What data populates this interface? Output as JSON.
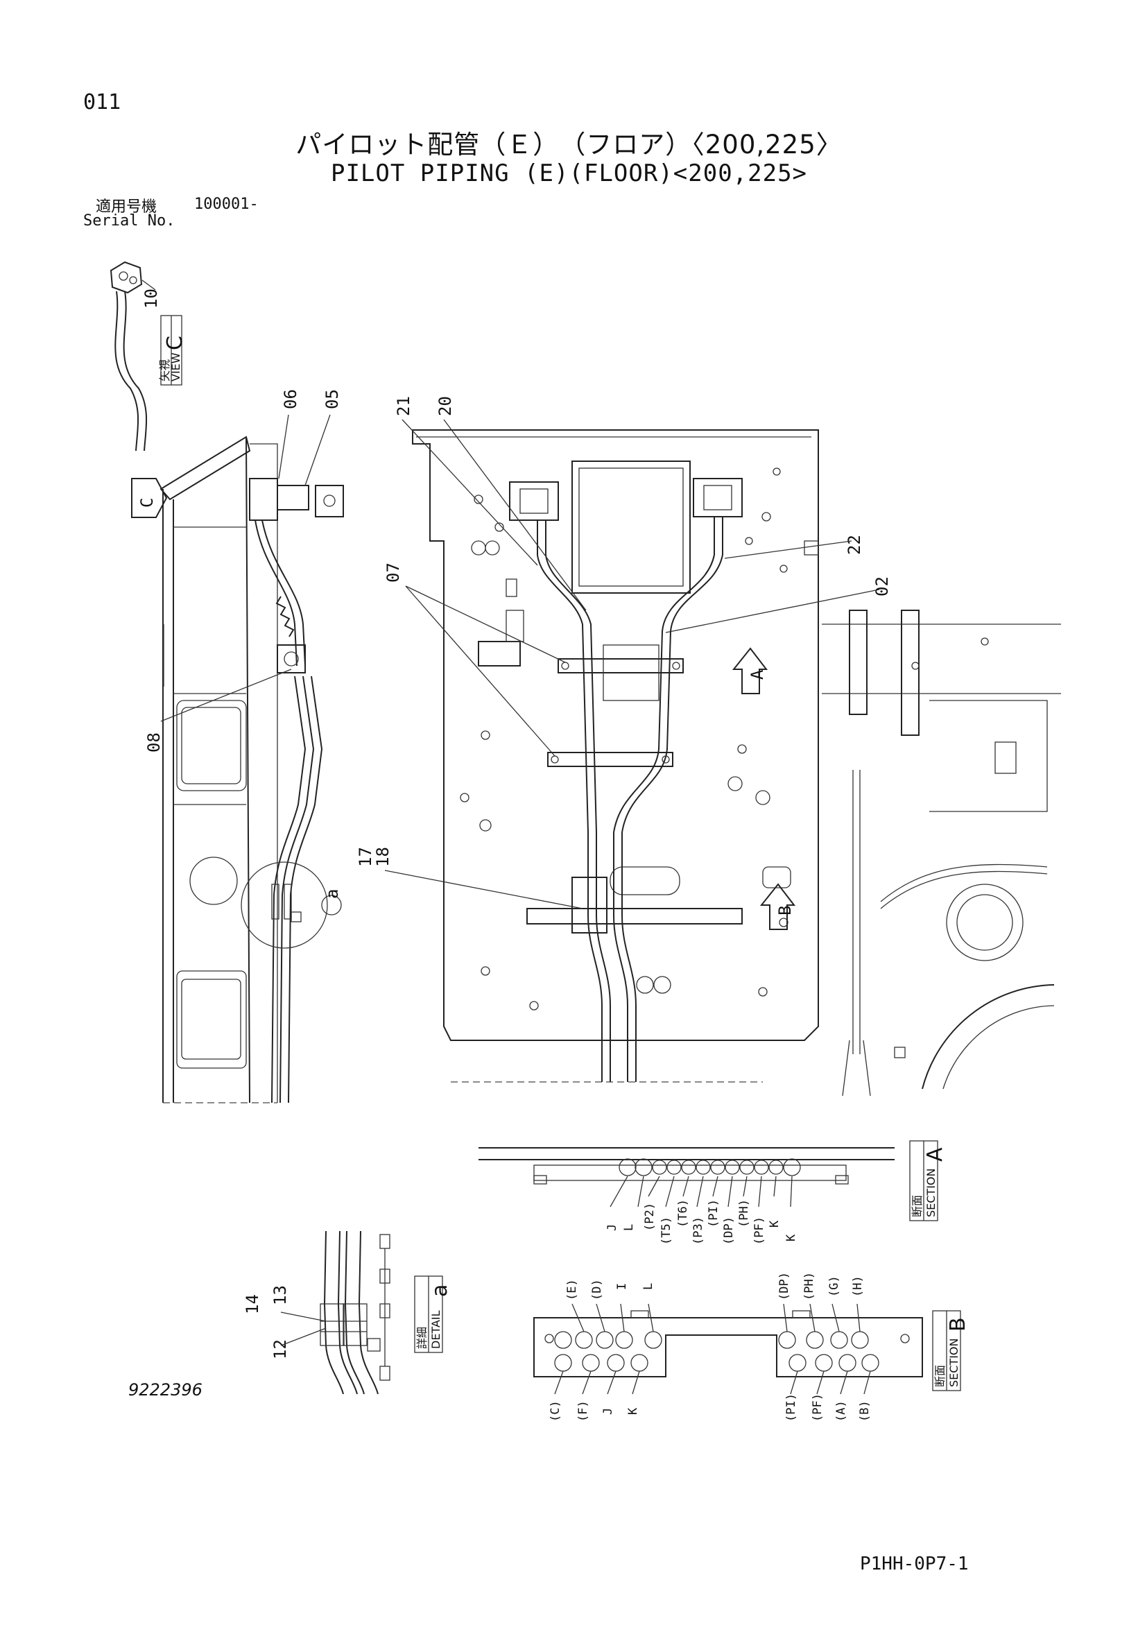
{
  "header": {
    "page_number": "011",
    "title_ja": "パイロット配管（Ｅ）　（フロア）〈200,225〉",
    "title_en": "PILOT PIPING (E)(FLOOR)<200,225>",
    "serial_label_ja": "適用号機",
    "serial_number": "100001-",
    "serial_label_en": "Serial No."
  },
  "callouts": [
    "10",
    "06",
    "05",
    "21",
    "20",
    "07",
    "22",
    "02",
    "08",
    "17",
    "18",
    "14",
    "13",
    "12"
  ],
  "views": {
    "view_c": {
      "ja": "矢視",
      "en": "VIEW",
      "letter": "C"
    },
    "section_a": {
      "ja": "断面",
      "en": "SECTION",
      "letter": "A"
    },
    "section_b": {
      "ja": "断面",
      "en": "SECTION",
      "letter": "B"
    },
    "detail_a": {
      "ja": "詳細",
      "en": "DETAIL",
      "letter": "a"
    }
  },
  "arrows": {
    "c": "C",
    "a": "A",
    "b": "B",
    "circle_a": "a"
  },
  "section_a_ports": [
    "J",
    "L",
    "(P2)",
    "(T5)",
    "(T6)",
    "(P3)",
    "(PI)",
    "(DP)",
    "(PH)",
    "(PF)",
    "K",
    "K"
  ],
  "section_b_top_ports": [
    "(E)",
    "(D)",
    "I",
    "L",
    "(DP)",
    "(PH)",
    "(G)",
    "(H)"
  ],
  "section_b_bottom_ports": [
    "(C)",
    "(F)",
    "J",
    "K",
    "(PI)",
    "(PF)",
    "(A)",
    "(B)"
  ],
  "footer": {
    "drawing_number": "9222396",
    "page_code": "P1HH-0P7-1"
  }
}
